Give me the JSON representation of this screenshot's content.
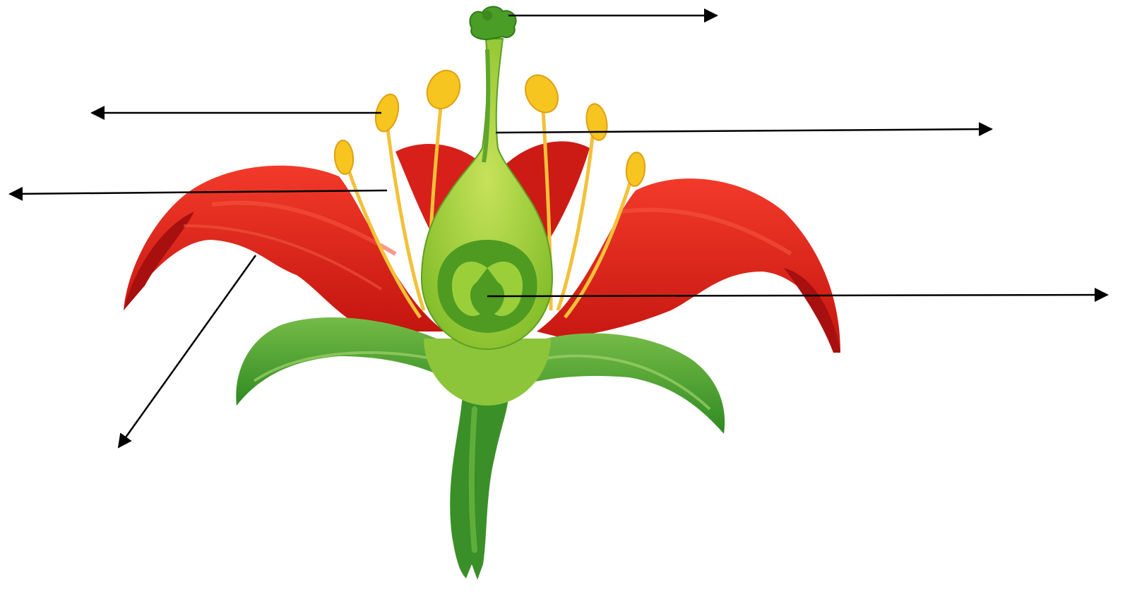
{
  "diagram": {
    "subject": "labelled-flower-cross-section",
    "colors": {
      "background": "#ffffff",
      "petal": "#e8231f",
      "petal_dark": "#a8100f",
      "petal_light": "#f5553f",
      "sepal": "#3f9a2d",
      "sepal_light": "#7cc04a",
      "stem": "#3b8f28",
      "pistil": "#9dcf33",
      "pistil_dark": "#4e9a22",
      "ovary_inner": "#2f7d1e",
      "stamen": "#f2c13a",
      "anther": "#f7c520",
      "arrow": "#000000"
    },
    "pointers": [
      {
        "name": "stigma-pointer",
        "points_to": "stigma",
        "direction": "right"
      },
      {
        "name": "anther-pointer",
        "points_to": "anther",
        "direction": "left"
      },
      {
        "name": "style-pointer",
        "points_to": "style",
        "direction": "right"
      },
      {
        "name": "filament-pointer",
        "points_to": "filament",
        "direction": "left"
      },
      {
        "name": "ovary-pointer",
        "points_to": "ovary",
        "direction": "right"
      },
      {
        "name": "petal-pointer",
        "points_to": "petal",
        "direction": "down-left"
      }
    ]
  }
}
